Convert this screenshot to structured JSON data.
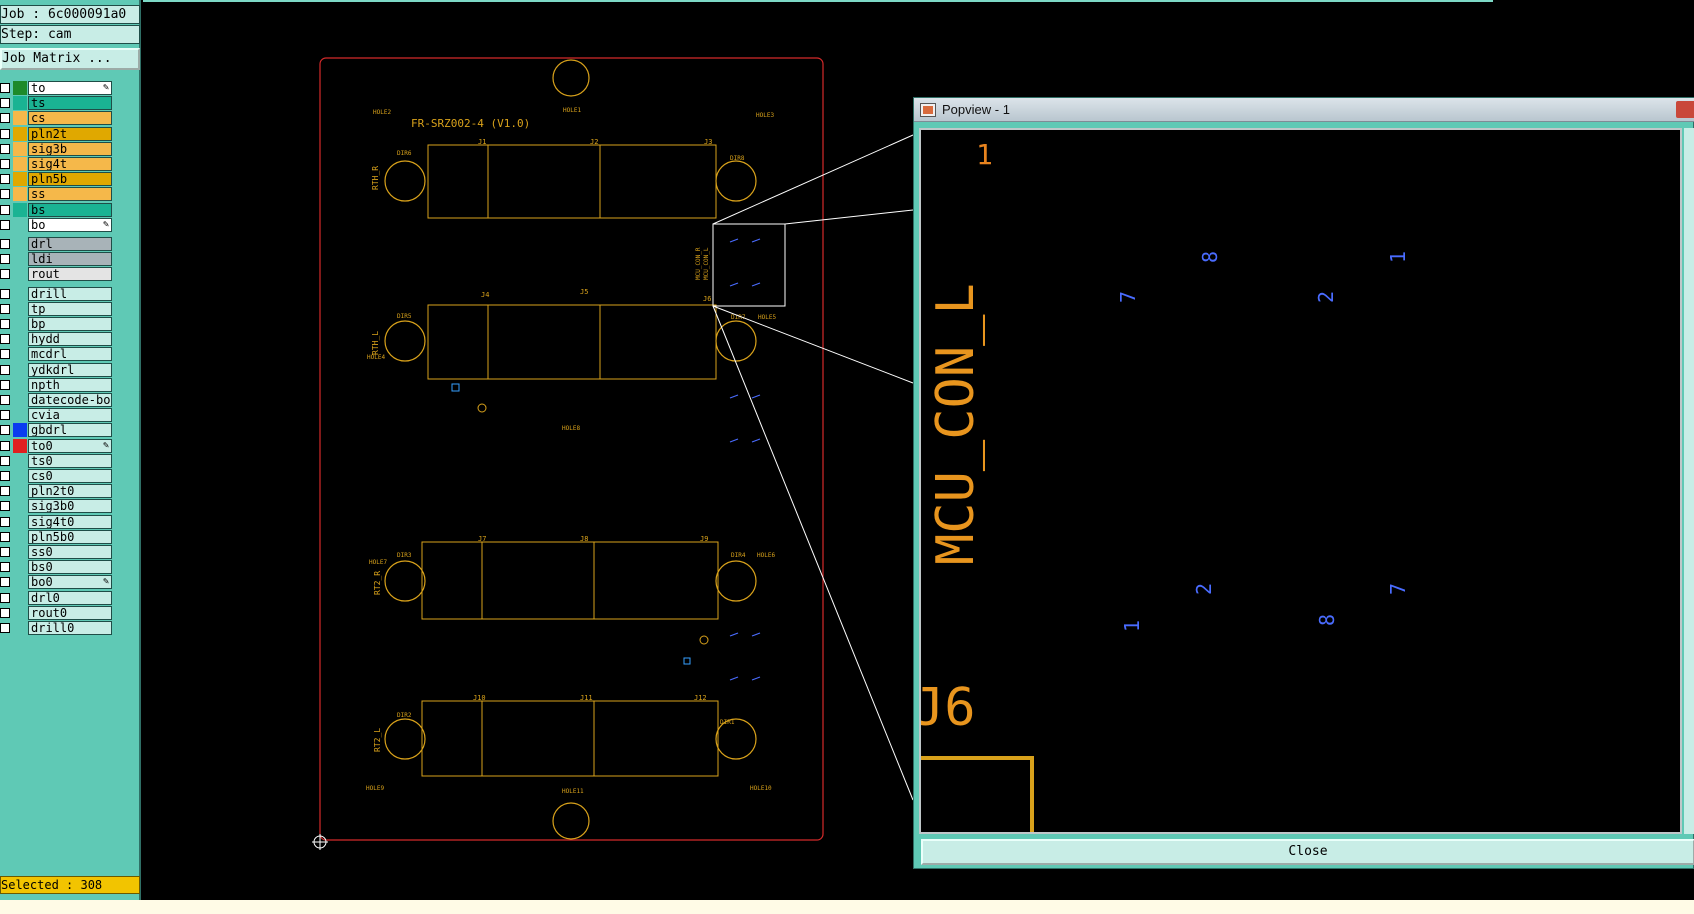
{
  "app": {
    "job": "Job : 6c000091a0",
    "step": "Step: cam",
    "job_matrix_button": "Job Matrix ...",
    "selected": "Selected : 308",
    "colors": {
      "panel": "#5fc9b5",
      "board_edge": "#d42a2a",
      "copper": "#d9a21b",
      "pad": "#4a6cff"
    }
  },
  "layers": [
    {
      "name": "to",
      "color": "#ffffff",
      "swatch": "#1d8a2a",
      "marker": "pen-icon"
    },
    {
      "name": "ts",
      "color": "#1ab393",
      "swatch": "#1ab393"
    },
    {
      "name": "cs",
      "color": "#f5b84a",
      "swatch": "#f5b84a"
    },
    {
      "name": "pln2t",
      "color": "#e0a800",
      "swatch": "#e0a800"
    },
    {
      "name": "sig3b",
      "color": "#f5b84a",
      "swatch": "#f5b84a"
    },
    {
      "name": "sig4t",
      "color": "#f5b84a",
      "swatch": "#f5b84a"
    },
    {
      "name": "pln5b",
      "color": "#e0a800",
      "swatch": "#e0a800"
    },
    {
      "name": "ss",
      "color": "#f5b84a",
      "swatch": "#f5b84a"
    },
    {
      "name": "bs",
      "color": "#1ab393",
      "swatch": "#1ab393"
    },
    {
      "name": "bo",
      "color": "#ffffff",
      "swatch": "#5fc9b5",
      "marker": "pen-icon"
    },
    {
      "name": "drl",
      "color": "#a8b3b8",
      "swatch": "#5fc9b5",
      "gap": true
    },
    {
      "name": "ldi",
      "color": "#a8b3b8",
      "swatch": "#5fc9b5"
    },
    {
      "name": "rout",
      "color": "#e4e4e4",
      "swatch": "#5fc9b5"
    },
    {
      "name": "drill",
      "color": "#c8ede6",
      "swatch": "#5fc9b5",
      "gap": true
    },
    {
      "name": "tp",
      "color": "#c8ede6",
      "swatch": "#5fc9b5"
    },
    {
      "name": "bp",
      "color": "#c8ede6",
      "swatch": "#5fc9b5"
    },
    {
      "name": "hydd",
      "color": "#c8ede6",
      "swatch": "#5fc9b5"
    },
    {
      "name": "mcdrl",
      "color": "#c8ede6",
      "swatch": "#5fc9b5"
    },
    {
      "name": "ydkdrl",
      "color": "#c8ede6",
      "swatch": "#5fc9b5"
    },
    {
      "name": "npth",
      "color": "#c8ede6",
      "swatch": "#5fc9b5"
    },
    {
      "name": "datecode-bo",
      "color": "#c8ede6",
      "swatch": "#5fc9b5"
    },
    {
      "name": "cvia",
      "color": "#c8ede6",
      "swatch": "#5fc9b5"
    },
    {
      "name": "gbdrl",
      "color": "#c8ede6",
      "swatch": "#0a3cf0"
    },
    {
      "name": "to0",
      "color": "#c8ede6",
      "swatch": "#e02020",
      "marker": "pen-icon"
    },
    {
      "name": "ts0",
      "color": "#c8ede6",
      "swatch": "#5fc9b5"
    },
    {
      "name": "cs0",
      "color": "#c8ede6",
      "swatch": "#5fc9b5"
    },
    {
      "name": "pln2t0",
      "color": "#c8ede6",
      "swatch": "#5fc9b5"
    },
    {
      "name": "sig3b0",
      "color": "#c8ede6",
      "swatch": "#5fc9b5"
    },
    {
      "name": "sig4t0",
      "color": "#c8ede6",
      "swatch": "#5fc9b5"
    },
    {
      "name": "pln5b0",
      "color": "#c8ede6",
      "swatch": "#5fc9b5"
    },
    {
      "name": "ss0",
      "color": "#c8ede6",
      "swatch": "#5fc9b5"
    },
    {
      "name": "bs0",
      "color": "#c8ede6",
      "swatch": "#5fc9b5"
    },
    {
      "name": "bo0",
      "color": "#c8ede6",
      "swatch": "#5fc9b5",
      "marker": "pen-icon"
    },
    {
      "name": "drl0",
      "color": "#c8ede6",
      "swatch": "#5fc9b5"
    },
    {
      "name": "rout0",
      "color": "#c8ede6",
      "swatch": "#5fc9b5"
    },
    {
      "name": "drill0",
      "color": "#c8ede6",
      "swatch": "#5fc9b5"
    }
  ],
  "board": {
    "title": "FR-SRZ002-4 (V1.0)",
    "holes": [
      "HOLE1",
      "HOLE2",
      "HOLE3",
      "HOLE4",
      "HOLE5",
      "HOLE6",
      "HOLE7",
      "HOLE8",
      "HOLE9",
      "HOLE10",
      "HOLE11"
    ],
    "connectors": [
      "J1",
      "J2",
      "J3",
      "J4",
      "J5",
      "J6",
      "J7",
      "J8",
      "J9",
      "J10",
      "J11",
      "J12"
    ],
    "dirs": [
      "DIR6",
      "DIR8",
      "DIR5",
      "DIR7",
      "DIR3",
      "DIR4",
      "DIR2",
      "DIR1"
    ],
    "side_labels": [
      "RTH_R",
      "RTH_L",
      "RT2_R",
      "RT2_L"
    ],
    "mcu_con": "MCU_CON_R",
    "mcu_con2": "MCU_CON_L"
  },
  "popview": {
    "title": "Popview - 1",
    "close_label": "Close",
    "big_label": "MCU_CON_L",
    "j6_label": "J6",
    "one_label": "1",
    "pins_top": [
      "8",
      "1",
      "7",
      "2"
    ],
    "pins_bottom": [
      "2",
      "7",
      "1",
      "8"
    ]
  }
}
